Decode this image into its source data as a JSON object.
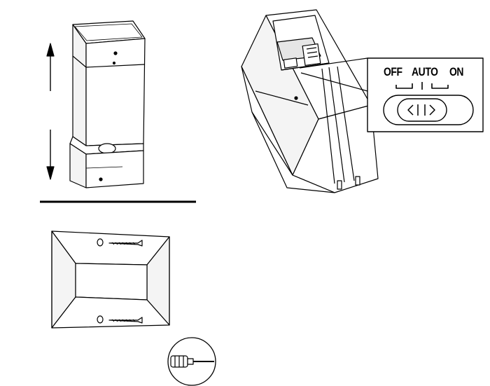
{
  "switch": {
    "labels": {
      "off": "OFF",
      "auto": "AUTO",
      "on": "ON"
    },
    "selected": "AUTO",
    "icon": "slide-switch-icon"
  },
  "illustrations": [
    {
      "name": "post-light-body",
      "icon": "light-fixture-icon"
    },
    {
      "name": "adjust-direction",
      "icon": "up-down-arrow-icon"
    },
    {
      "name": "mounting-bracket",
      "icon": "bracket-icon"
    },
    {
      "name": "screws",
      "icon": "screw-icon"
    },
    {
      "name": "screwdriver",
      "icon": "screwdriver-icon"
    },
    {
      "name": "open-fixture",
      "icon": "fixture-open-icon"
    }
  ],
  "colors": {
    "line": "#000000",
    "fill": "#ffffff",
    "shade": "#e6e6e6"
  }
}
